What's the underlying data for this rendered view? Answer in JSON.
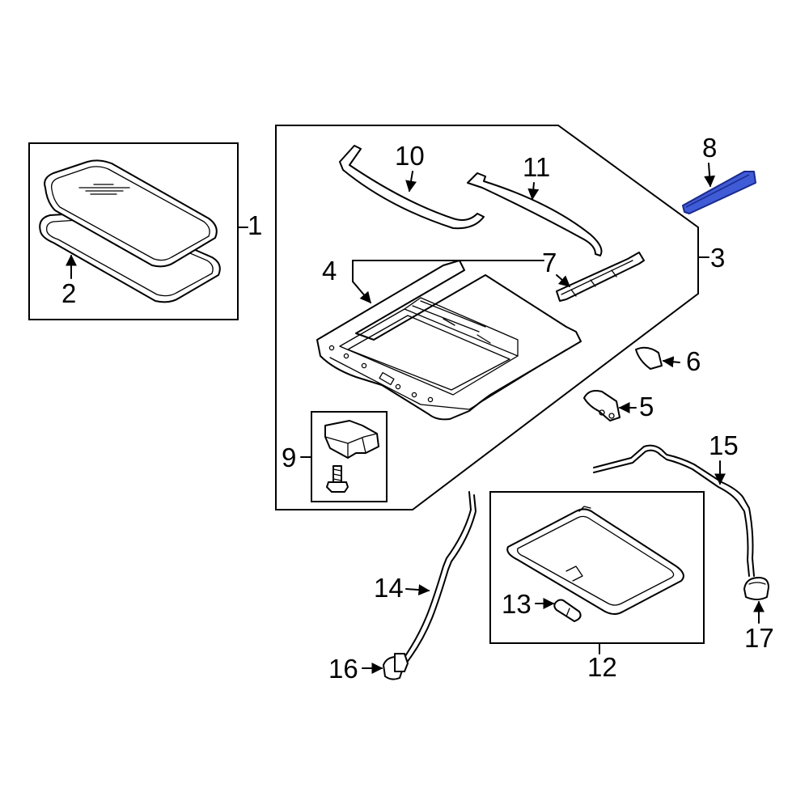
{
  "labels": {
    "p1": "1",
    "p2": "2",
    "p3": "3",
    "p4": "4",
    "p5": "5",
    "p6": "6",
    "p7": "7",
    "p8": "8",
    "p9": "9",
    "p10": "10",
    "p11": "11",
    "p12": "12",
    "p13": "13",
    "p14": "14",
    "p15": "15",
    "p16": "16",
    "p17": "17"
  },
  "highlight": {
    "part": "8",
    "color": "#3f5bd6"
  }
}
